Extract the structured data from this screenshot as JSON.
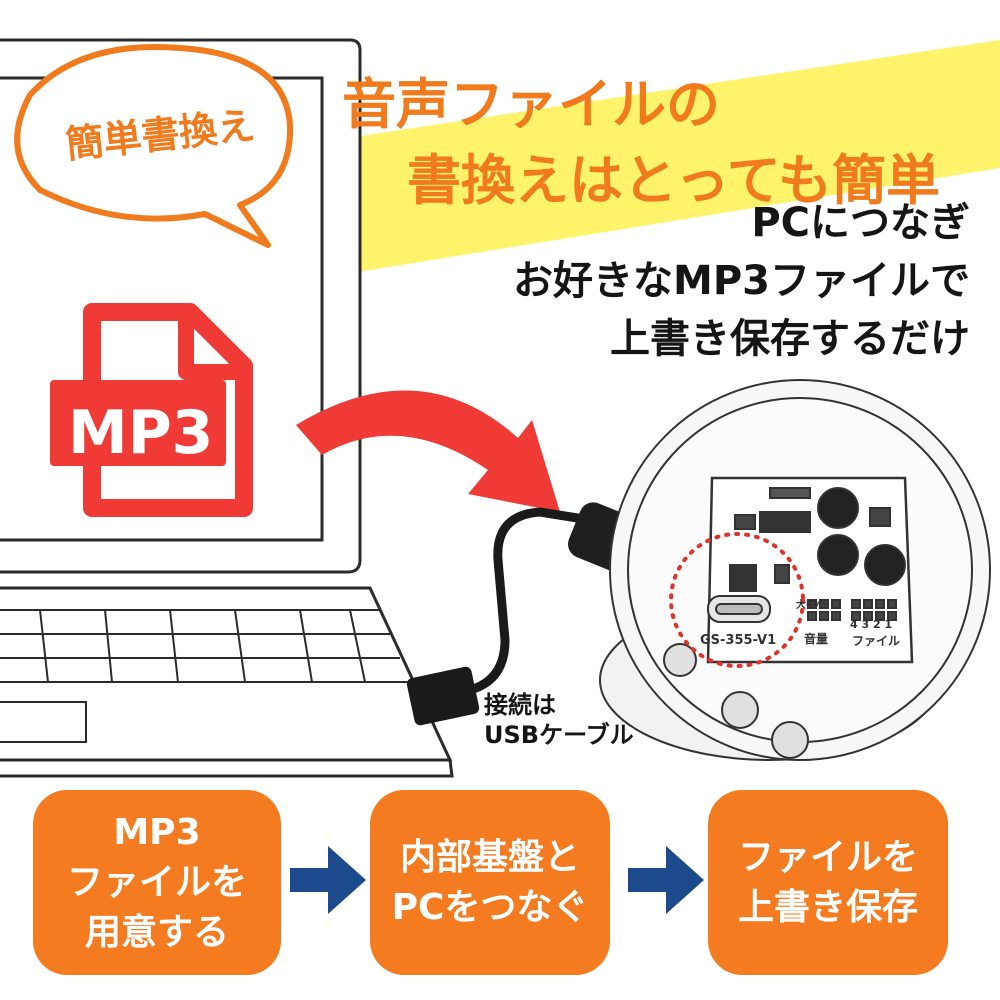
{
  "badge": {
    "label": "簡単書換え"
  },
  "headline": {
    "line1": "音声ファイルの",
    "line2": "書換えはとっても簡単"
  },
  "instruction": {
    "line1": "PCにつなぎ",
    "line2": "お好きなMP3ファイルで",
    "line3": "上書き保存するだけ"
  },
  "file_icon": {
    "label": "MP3",
    "icon": "file-icon"
  },
  "cable": {
    "label_line1": "接続は",
    "label_line2": "USBケーブル"
  },
  "board": {
    "model": "GS-355-V1",
    "volume_marks": "大中小",
    "volume_label": "音量",
    "file_numbers": "4 3 2 1",
    "file_label": "ファイル"
  },
  "steps": [
    {
      "line1": "MP3",
      "line2": "ファイルを",
      "line3": "用意する"
    },
    {
      "line1": "内部基盤と",
      "line2": "PCをつなぐ"
    },
    {
      "line1": "ファイルを",
      "line2": "上書き保存"
    }
  ],
  "colors": {
    "accent_orange": "#f07a1c",
    "step_orange": "#f47b20",
    "banner_yellow": "#fff36b",
    "icon_red": "#ef3a36",
    "arrow_navy": "#1d4a8c"
  }
}
